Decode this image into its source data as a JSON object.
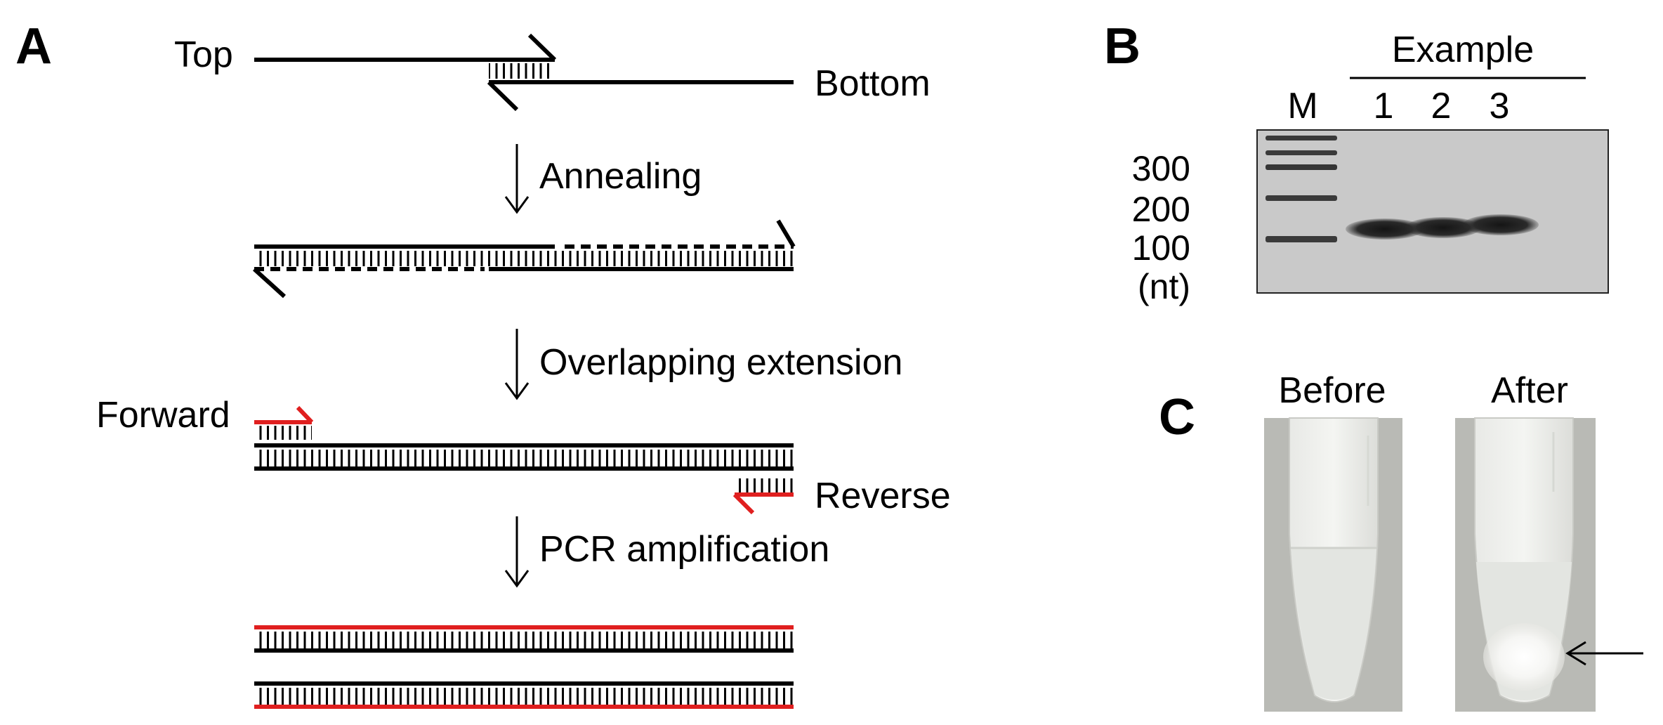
{
  "panels": {
    "a": "A",
    "b": "B",
    "c": "C"
  },
  "panel_a": {
    "strands": {
      "top": "Top",
      "bottom": "Bottom",
      "forward": "Forward",
      "reverse": "Reverse"
    },
    "steps": [
      "Annealing",
      "Overlapping extension",
      "PCR amplification"
    ]
  },
  "panel_b": {
    "header": "Example",
    "marker_label": "M",
    "lanes": [
      "1",
      "2",
      "3"
    ],
    "size_ticks": [
      "300",
      "200",
      "100"
    ],
    "unit": "(nt)"
  },
  "panel_c": {
    "before": "Before",
    "after": "After"
  },
  "colors": {
    "primer_red": "#e01f1f",
    "strand_black": "#000000",
    "gel_background": "#c9c9c9",
    "tube_background": "#b9bab5"
  }
}
